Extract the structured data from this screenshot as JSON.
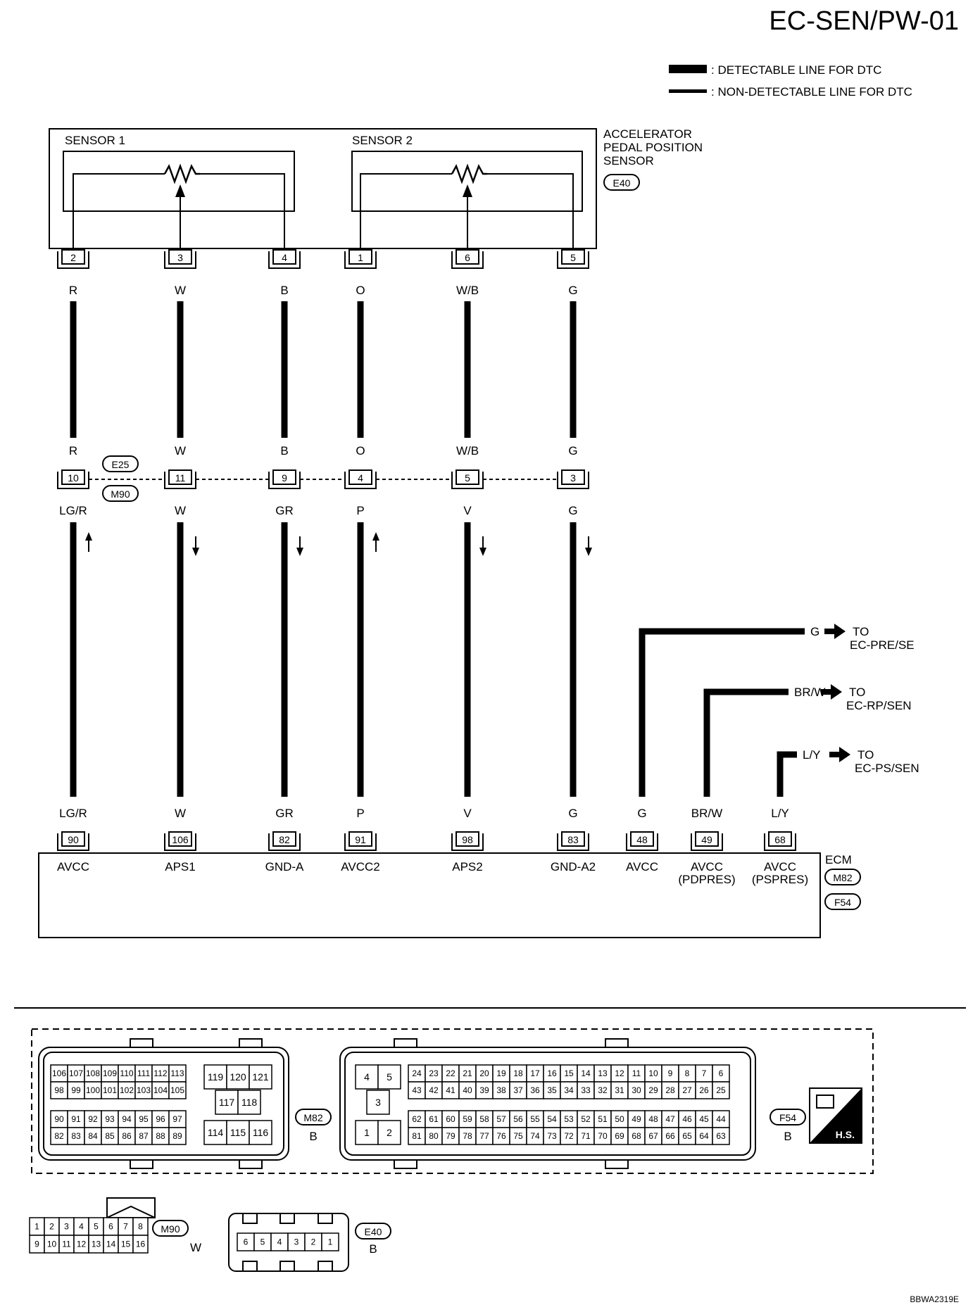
{
  "page": {
    "code": "EC-SEN/PW-01",
    "footer_code": "BBWA2319E"
  },
  "legend": [
    {
      "label": ": DETECTABLE LINE FOR DTC",
      "kind": "detectable"
    },
    {
      "label": ": NON-DETECTABLE LINE FOR DTC",
      "kind": "non-detectable"
    }
  ],
  "sensor": {
    "name_lines": [
      "ACCELERATOR",
      "PEDAL POSITION",
      "SENSOR"
    ],
    "connector": "E40",
    "sensor1_label": "SENSOR 1",
    "sensor2_label": "SENSOR 2"
  },
  "joint": {
    "upper": "E25",
    "lower": "M90"
  },
  "wires": [
    {
      "sensor_pin": "2",
      "upper_color": "R",
      "joint_pin": "10",
      "lower_color": "LG/R",
      "direction": "up",
      "ecm_color": "LG/R",
      "ecm_pin": "90",
      "ecm_label": [
        "AVCC"
      ]
    },
    {
      "sensor_pin": "3",
      "upper_color": "W",
      "joint_pin": "11",
      "lower_color": "W",
      "direction": "down",
      "ecm_color": "W",
      "ecm_pin": "106",
      "ecm_label": [
        "APS1"
      ]
    },
    {
      "sensor_pin": "4",
      "upper_color": "B",
      "joint_pin": "9",
      "lower_color": "GR",
      "direction": "down",
      "ecm_color": "GR",
      "ecm_pin": "82",
      "ecm_label": [
        "GND-A"
      ]
    },
    {
      "sensor_pin": "1",
      "upper_color": "O",
      "joint_pin": "4",
      "lower_color": "P",
      "direction": "up",
      "ecm_color": "P",
      "ecm_pin": "91",
      "ecm_label": [
        "AVCC2"
      ]
    },
    {
      "sensor_pin": "6",
      "upper_color": "W/B",
      "joint_pin": "5",
      "lower_color": "V",
      "direction": "down",
      "ecm_color": "V",
      "ecm_pin": "98",
      "ecm_label": [
        "APS2"
      ]
    },
    {
      "sensor_pin": "5",
      "upper_color": "G",
      "joint_pin": "3",
      "lower_color": "G",
      "direction": "down",
      "ecm_color": "G",
      "ecm_pin": "83",
      "ecm_label": [
        "GND-A2"
      ]
    }
  ],
  "branches": [
    {
      "color": "G",
      "ecm_color": "G",
      "ecm_pin": "48",
      "ecm_label": [
        "AVCC"
      ],
      "to_lines": [
        "TO",
        "EC-PRE/SE"
      ]
    },
    {
      "color": "BR/W",
      "ecm_color": "BR/W",
      "ecm_pin": "49",
      "ecm_label": [
        "AVCC",
        "(PDPRES)"
      ],
      "to_lines": [
        "TO",
        "EC-RP/SEN"
      ]
    },
    {
      "color": "L/Y",
      "ecm_color": "L/Y",
      "ecm_pin": "68",
      "ecm_label": [
        "AVCC",
        "(PSPRES)"
      ],
      "to_lines": [
        "TO",
        "EC-PS/SEN"
      ]
    }
  ],
  "ecm": {
    "name": "ECM",
    "connectors": [
      "M82",
      "F54"
    ]
  },
  "connector_views": {
    "m82": {
      "id": "M82",
      "color": "B",
      "left_rows": [
        [
          "106",
          "107",
          "108",
          "109",
          "110",
          "111",
          "112",
          "113"
        ],
        [
          "98",
          "99",
          "100",
          "101",
          "102",
          "103",
          "104",
          "105"
        ],
        [
          "90",
          "91",
          "92",
          "93",
          "94",
          "95",
          "96",
          "97"
        ],
        [
          "82",
          "83",
          "84",
          "85",
          "86",
          "87",
          "88",
          "89"
        ]
      ],
      "right_top": [
        "119",
        "120",
        "121"
      ],
      "right_mid": [
        "117",
        "118"
      ],
      "right_bot": [
        "114",
        "115",
        "116"
      ]
    },
    "f54": {
      "id": "F54",
      "color": "B",
      "left_top": [
        "4",
        "5"
      ],
      "left_mid": "3",
      "left_bot": [
        "1",
        "2"
      ],
      "rows": [
        [
          "24",
          "23",
          "22",
          "21",
          "20",
          "19",
          "18",
          "17",
          "16",
          "15",
          "14",
          "13",
          "12",
          "11",
          "10",
          "9",
          "8",
          "7",
          "6"
        ],
        [
          "43",
          "42",
          "41",
          "40",
          "39",
          "38",
          "37",
          "36",
          "35",
          "34",
          "33",
          "32",
          "31",
          "30",
          "29",
          "28",
          "27",
          "26",
          "25"
        ],
        [
          "62",
          "61",
          "60",
          "59",
          "58",
          "57",
          "56",
          "55",
          "54",
          "53",
          "52",
          "51",
          "50",
          "49",
          "48",
          "47",
          "46",
          "45",
          "44"
        ],
        [
          "81",
          "80",
          "79",
          "78",
          "77",
          "76",
          "75",
          "74",
          "73",
          "72",
          "71",
          "70",
          "69",
          "68",
          "67",
          "66",
          "65",
          "64",
          "63"
        ]
      ]
    },
    "hs_label": "H.S.",
    "m90": {
      "id": "M90",
      "color": "W",
      "rows": [
        [
          "1",
          "2",
          "3",
          "4",
          "5",
          "6",
          "7",
          "8"
        ],
        [
          "9",
          "10",
          "11",
          "12",
          "13",
          "14",
          "15",
          "16"
        ]
      ]
    },
    "e40": {
      "id": "E40",
      "color": "B",
      "pins": [
        "6",
        "5",
        "4",
        "3",
        "2",
        "1"
      ]
    }
  }
}
